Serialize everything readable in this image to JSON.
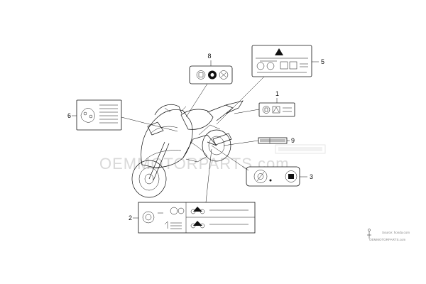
{
  "callouts": {
    "c1": "1",
    "c2": "2",
    "c3": "3",
    "c5": "5",
    "c6": "6",
    "c8": "8",
    "c9": "9"
  },
  "watermark": {
    "main": "OEMMOTORPARTS.com",
    "source": "Source: honda.com",
    "small": "OEMMOTORPARTS.com"
  },
  "colors": {
    "line": "#111111",
    "watermark": "#d9d9d9"
  }
}
